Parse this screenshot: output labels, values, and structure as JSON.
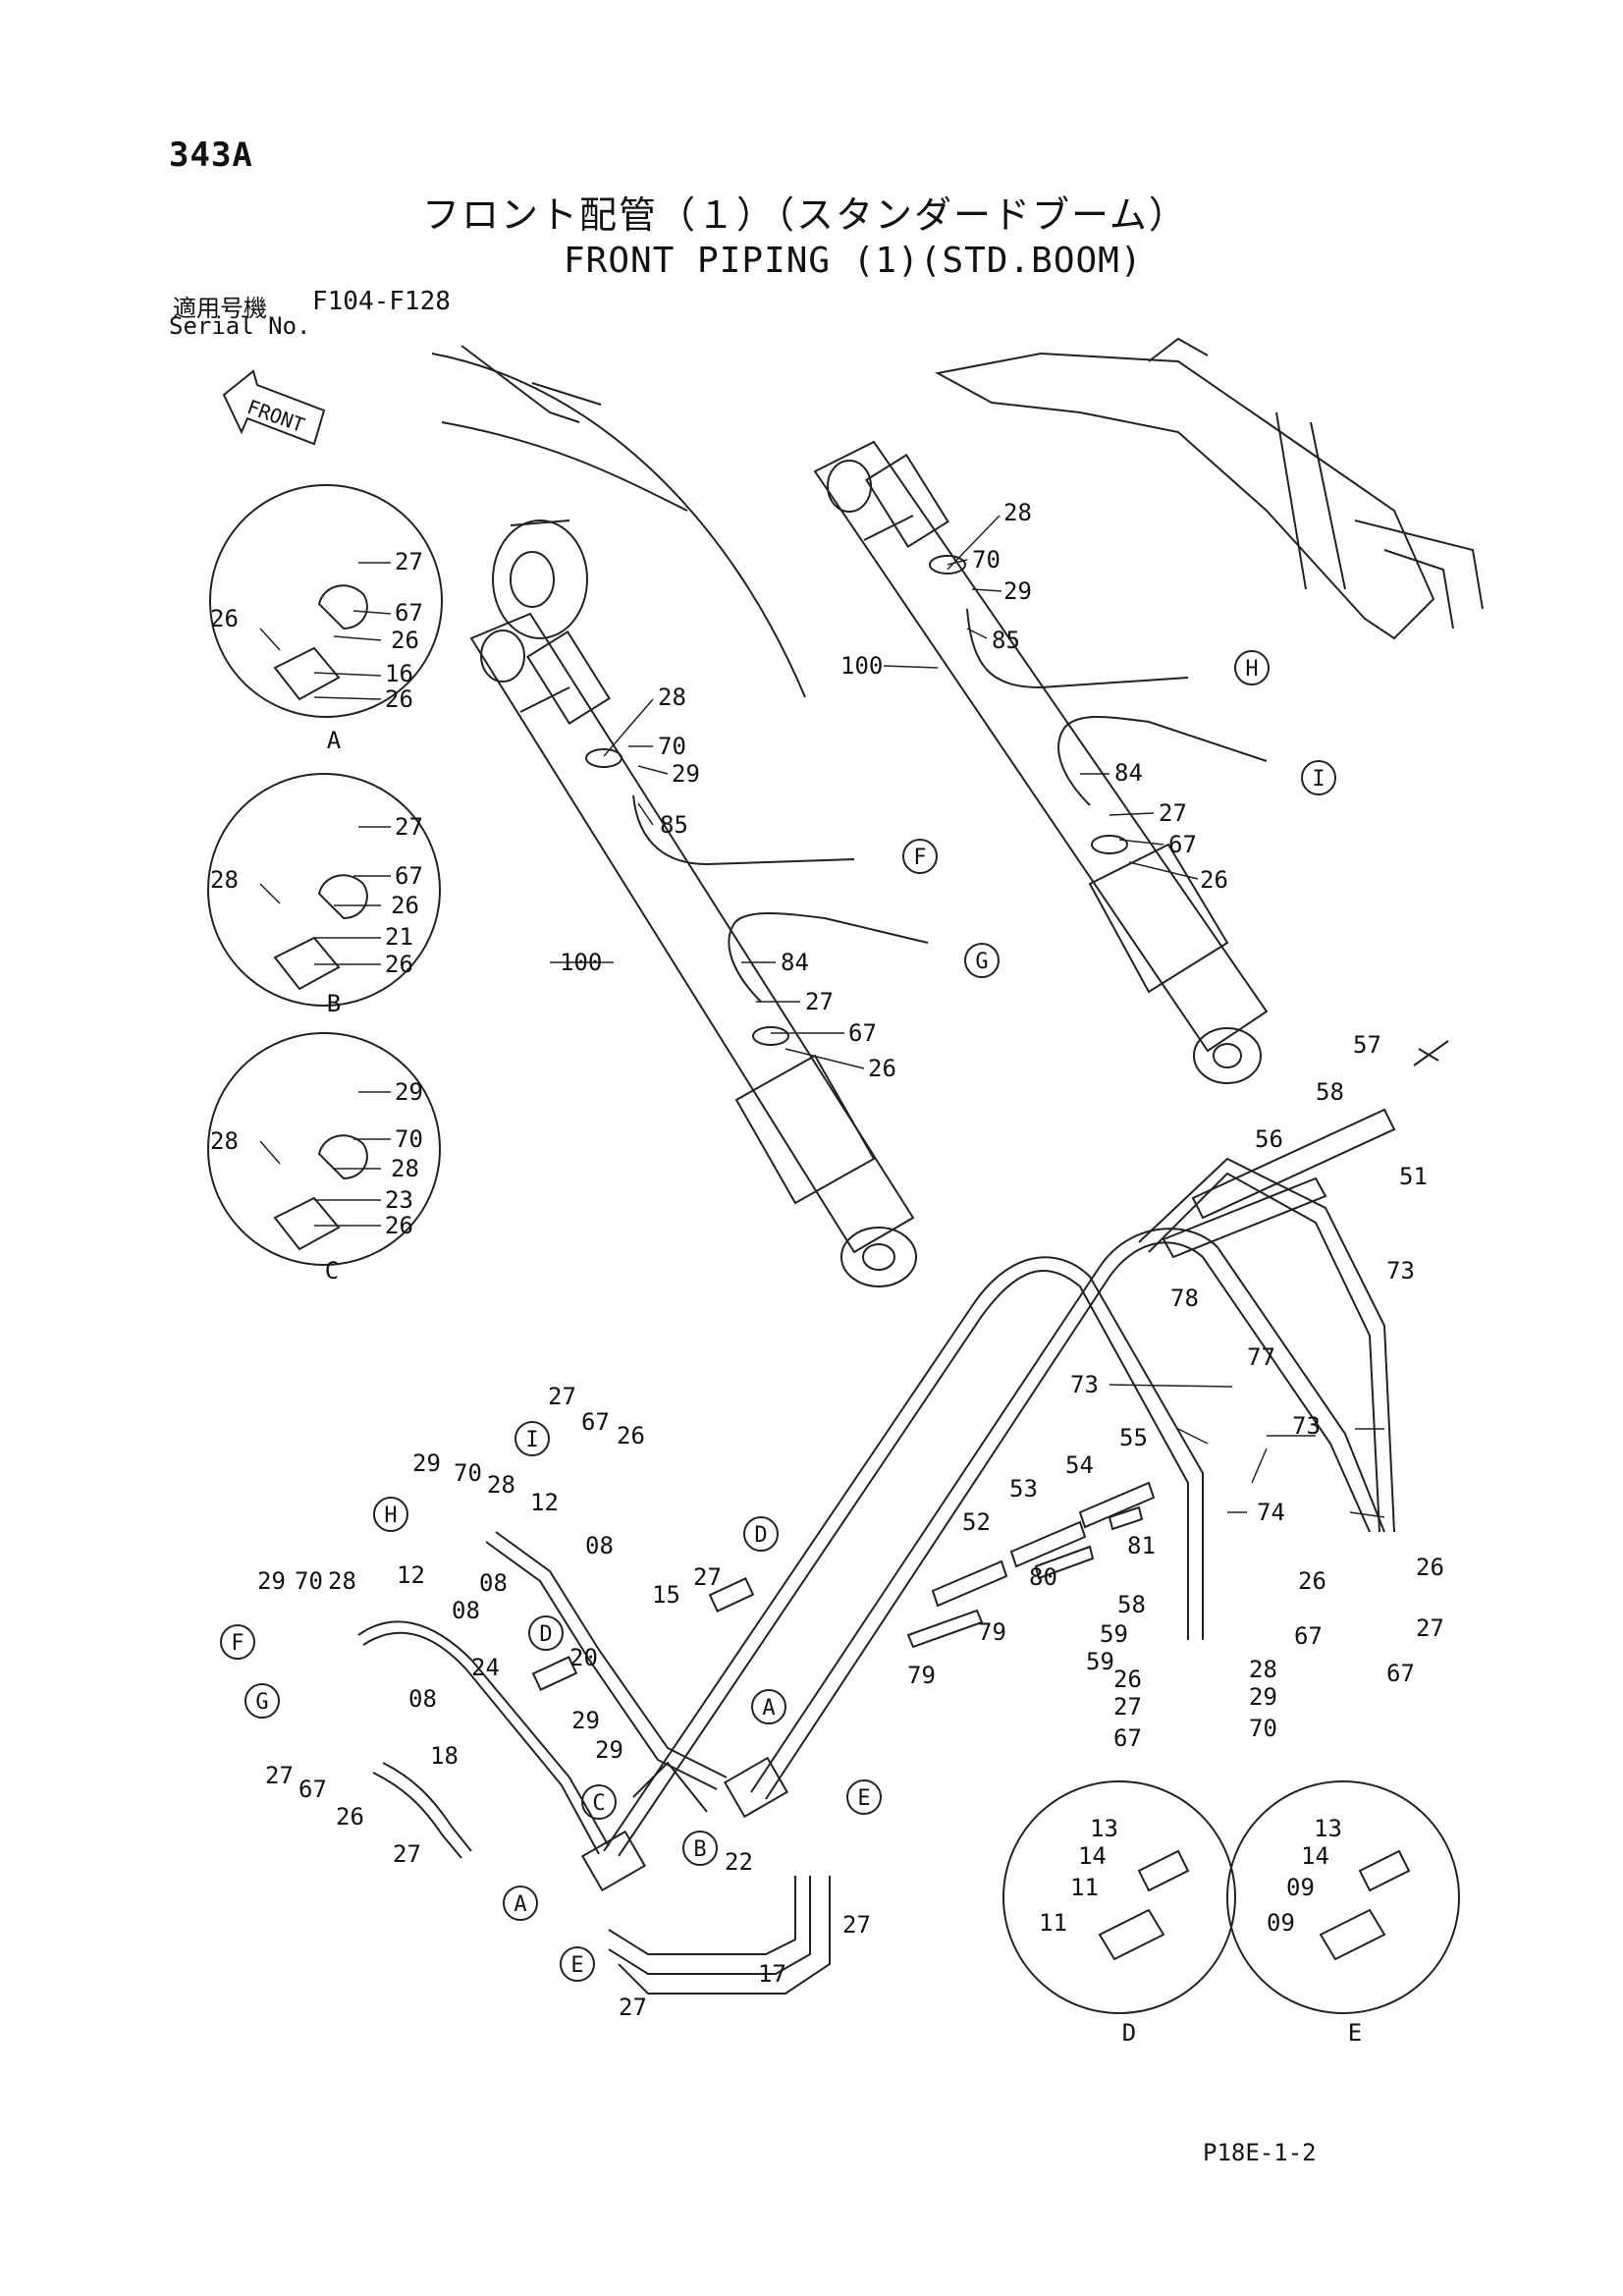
{
  "header": {
    "page_number": "343A",
    "title_jp": "フロント配管（１）（スタンダードブーム）",
    "title_en": "FRONT PIPING (1)(STD.BOOM)",
    "serial_label_jp": "適用号機",
    "serial_label_en": "Serial No.",
    "serial_range": "F104-F128"
  },
  "direction_arrow": {
    "label": "FRONT"
  },
  "footer": {
    "reference": "P18E-1-2"
  },
  "callouts": {
    "ref_letters": [
      "A",
      "B",
      "C",
      "D",
      "E",
      "F",
      "G",
      "H",
      "I"
    ],
    "detail_labels": [
      "A",
      "B",
      "C",
      "D",
      "E"
    ],
    "detail_a": [
      "27",
      "67",
      "26",
      "26",
      "16",
      "26"
    ],
    "detail_b": [
      "27",
      "67",
      "28",
      "26",
      "21",
      "26"
    ],
    "detail_c": [
      "29",
      "70",
      "28",
      "28",
      "23",
      "26"
    ],
    "detail_d": [
      "13",
      "14",
      "11",
      "11"
    ],
    "detail_e": [
      "13",
      "14",
      "09",
      "09"
    ],
    "right_cylinder": [
      "28",
      "70",
      "29",
      "85",
      "100",
      "84",
      "27",
      "67",
      "26"
    ],
    "left_cylinder": [
      "28",
      "70",
      "29",
      "85",
      "100",
      "84",
      "27",
      "67",
      "26"
    ],
    "right_pipes": [
      "57",
      "58",
      "56",
      "51",
      "73",
      "78",
      "77",
      "73",
      "73",
      "74",
      "55",
      "54",
      "53",
      "52",
      "81",
      "80",
      "58",
      "59",
      "59",
      "79",
      "79",
      "26",
      "26",
      "27",
      "67",
      "67",
      "26",
      "28",
      "27",
      "29",
      "67",
      "70"
    ],
    "left_piping": [
      "27",
      "67",
      "26",
      "29",
      "70",
      "28",
      "12",
      "08",
      "08",
      "29",
      "70",
      "28",
      "12",
      "08",
      "08",
      "24",
      "20",
      "15",
      "27",
      "29",
      "29",
      "18",
      "27",
      "67",
      "26",
      "27",
      "22",
      "17",
      "27",
      "27"
    ]
  }
}
